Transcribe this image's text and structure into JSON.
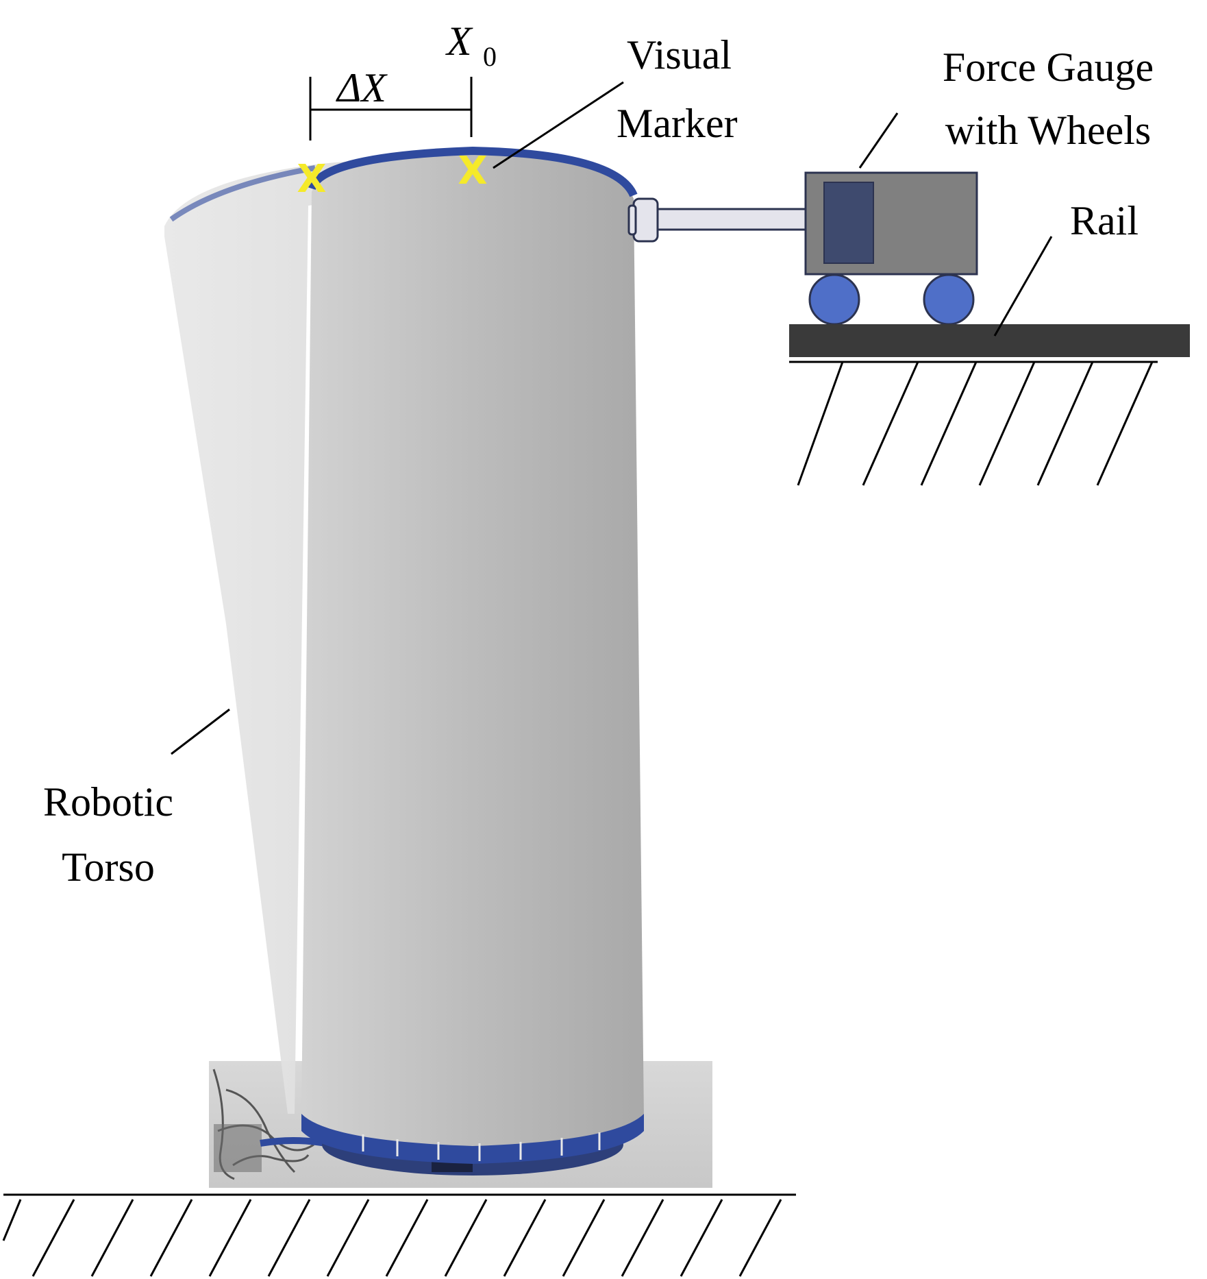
{
  "labels": {
    "x0_main": "X",
    "x0_sub": "0",
    "delta_x": "ΔX",
    "visual_marker_line1": "Visual",
    "visual_marker_line2": "Marker",
    "force_gauge_line1": "Force Gauge",
    "force_gauge_line2": "with Wheels",
    "rail": "Rail",
    "robotic_torso_line1": "Robotic",
    "robotic_torso_line2": "Torso",
    "marker_symbol": "X"
  },
  "colors": {
    "marker_yellow": "#f5ea2a",
    "rim_blue": "#2f4a9e",
    "torso_gray": "#bdbdbd",
    "gauge_body": "#808080",
    "gauge_panel": "#3e4a6e",
    "wheel_blue": "#4f6fc8",
    "rail_dark": "#3a3a3a"
  }
}
